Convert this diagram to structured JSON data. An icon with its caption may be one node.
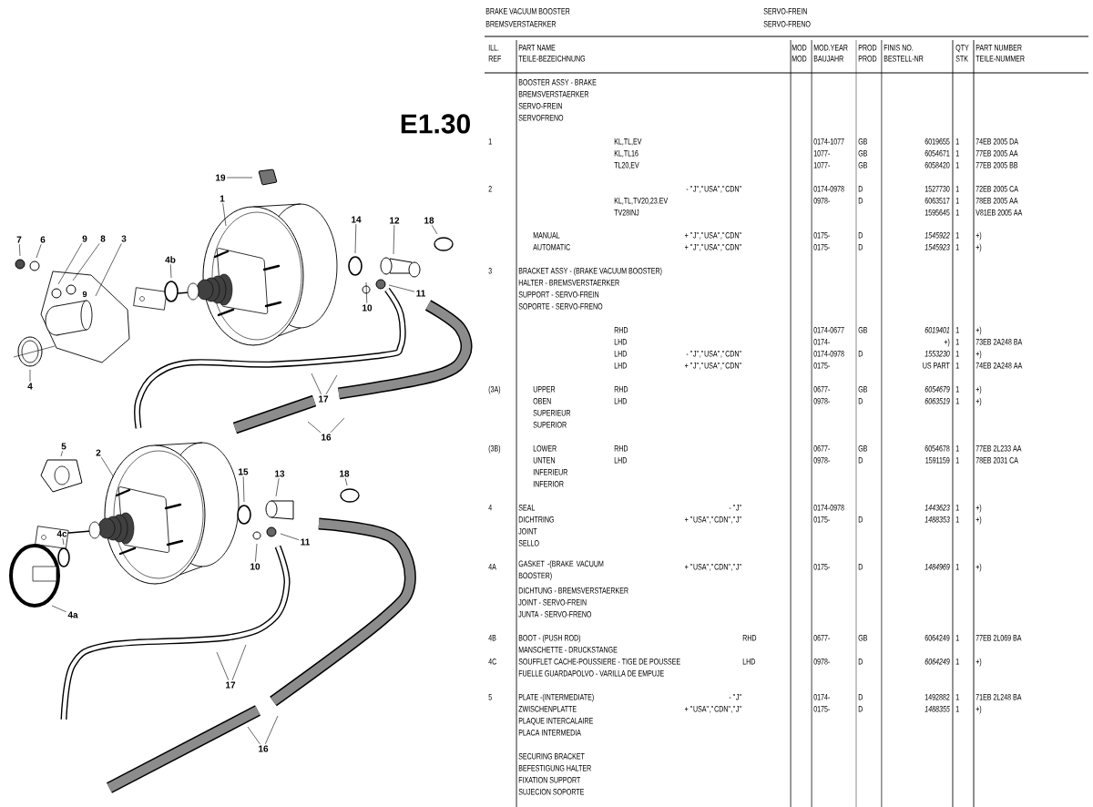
{
  "diagram": {
    "nodes": [
      {
        "text": [
          "19"
        ]
      },
      {
        "text": [
          "1"
        ]
      },
      {
        "text": [
          "7"
        ]
      },
      {
        "text": [
          "6"
        ]
      },
      {
        "text": [
          "9"
        ]
      },
      {
        "text": [
          "8"
        ]
      },
      {
        "text": [
          "3"
        ]
      },
      {
        "text": [
          "4b"
        ]
      },
      {
        "text": [
          "14"
        ]
      },
      {
        "text": [
          "12"
        ]
      },
      {
        "text": [
          "18"
        ]
      },
      {
        "text": [
          "10"
        ]
      },
      {
        "text": [
          "11"
        ]
      },
      {
        "text": [
          "4"
        ]
      },
      {
        "text": [
          "17"
        ]
      },
      {
        "text": [
          "16"
        ]
      },
      {
        "text": [
          "5"
        ]
      },
      {
        "text": [
          "2"
        ]
      },
      {
        "text": [
          "15"
        ]
      },
      {
        "text": [
          "13"
        ]
      },
      {
        "text": [
          "18"
        ]
      },
      {
        "text": [
          "4c"
        ]
      },
      {
        "text": [
          "4a"
        ]
      },
      {
        "text": [
          "10"
        ]
      },
      {
        "text": [
          "11"
        ]
      },
      {
        "text": [
          "17"
        ]
      },
      {
        "text": [
          "16"
        ]
      }
    ],
    "edges": [
      {
        "from": 0,
        "to": null,
        "arrow": "none"
      },
      {
        "from": 1,
        "to": null,
        "arrow": "none"
      },
      {
        "from": 2,
        "to": null,
        "arrow": "none"
      },
      {
        "from": 3,
        "to": null,
        "arrow": "none"
      },
      {
        "from": 4,
        "to": null,
        "arrow": "none"
      },
      {
        "from": 5,
        "to": null,
        "arrow": "none"
      },
      {
        "from": 6,
        "to": null,
        "arrow": "none"
      },
      {
        "from": 7,
        "to": null,
        "arrow": "none"
      },
      {
        "from": 8,
        "to": null,
        "arrow": "none"
      },
      {
        "from": 9,
        "to": null,
        "arrow": "none"
      },
      {
        "from": 10,
        "to": null,
        "arrow": "none"
      },
      {
        "from": 11,
        "to": null,
        "arrow": "none"
      },
      {
        "from": 12,
        "to": null,
        "arrow": "none"
      },
      {
        "from": 13,
        "to": null,
        "arrow": "none"
      },
      {
        "from": 14,
        "to": null,
        "arrow": "none"
      },
      {
        "from": 15,
        "to": null,
        "arrow": "none"
      },
      {
        "from": 16,
        "to": null,
        "arrow": "none"
      },
      {
        "from": 17,
        "to": null,
        "arrow": "none"
      },
      {
        "from": 18,
        "to": null,
        "arrow": "none"
      },
      {
        "from": 19,
        "to": null,
        "arrow": "none"
      },
      {
        "from": 20,
        "to": null,
        "arrow": "none"
      },
      {
        "from": 21,
        "to": null,
        "arrow": "none"
      },
      {
        "from": 22,
        "to": null,
        "arrow": "none"
      },
      {
        "from": 23,
        "to": null,
        "arrow": "none"
      },
      {
        "from": 24,
        "to": null,
        "arrow": "none"
      },
      {
        "from": 25,
        "to": null,
        "arrow": "none"
      },
      {
        "from": 26,
        "to": null,
        "arrow": "none"
      }
    ],
    "labels": [
      "BRAKE VACUUM BOOSTER",
      "SERVO-FREIN",
      "BREMSVERSTAERKER",
      "SERVO-FRENO",
      "ILL.",
      "PART NAME",
      "MOD",
      "MOD.YEAR",
      "PROD",
      "FINIS NO.",
      "QTY",
      "PART NUMBER",
      "REF",
      "TEILE-BEZEICHNUNG",
      "MOD",
      "BAUJAHR",
      "PROD",
      "BESTELL-NR",
      "STK",
      "TEILE-NUMMER",
      "BOOSTER ASSY - BRAKE",
      "BREMSVERSTAERKER",
      "SERVO-FREIN",
      "SERVOFRENO",
      "1",
      "KL,TL,EV",
      "0174-1077",
      "GB",
      "6019655",
      "1",
      "74EB 2005 DA",
      "KL,TL16",
      "1077-",
      "GB",
      "6054671",
      "1",
      "77EB 2005 AA",
      "TL20,EV",
      "1077-",
      "GB",
      "6058420",
      "1",
      "77EB 2005 BB",
      "2",
      "- \"J\",\"USA\",\"CDN\"",
      "0174-0978",
      "D",
      "1527730",
      "1",
      "72EB 2005 CA",
      "KL,TL,TV20,23.EV",
      "0978-",
      "D",
      "6063517",
      "1",
      "78EB 2005 AA",
      "TV28INJ",
      "1595645",
      "1",
      "V81EB 2005 AA",
      "MANUAL",
      "+ \"J\",\"USA\",\"CDN\"",
      "0175-",
      "D",
      "1545922",
      "1",
      "+)",
      "AUTOMATIC",
      "+ \"J\",\"USA\",\"CDN\"",
      "0175-",
      "D",
      "1545923",
      "1",
      "+)",
      "3",
      "BRACKET ASSY - (BRAKE VACUUM BOOSTER)",
      "HALTER - BREMSVERSTAERKER",
      "SUPPORT - SERVO-FREIN",
      "SOPORTE - SERVO-FRENO",
      "RHD",
      "0174-0677",
      "GB",
      "6019401",
      "1",
      "+)",
      "LHD",
      "0174-",
      "+)",
      "1",
      "73EB 2A248 BA",
      "LHD",
      "- \"J\",\"USA\",\"CDN\"",
      "0174-0978",
      "D",
      "1553230",
      "1",
      "+)",
      "LHD",
      "+ \"J\",\"USA\",\"CDN\"",
      "0175-",
      "US PART",
      "1",
      "74EB 2A248 AA",
      "(3A)",
      "UPPER",
      "RHD",
      "0677-",
      "GB",
      "6054679",
      "1",
      "+)",
      "OBEN",
      "LHD",
      "0978-",
      "D",
      "6063519",
      "1",
      "+)",
      "SUPERIEUR",
      "SUPERIOR",
      "(3B)",
      "LOWER",
      "RHD",
      "0677-",
      "GB",
      "6054678",
      "1",
      "77EB 2L233 AA",
      "UNTEN",
      "LHD",
      "0978-",
      "D",
      "1591159",
      "1",
      "78EB 2031 CA",
      "INFERIEUR",
      "INFERIOR",
      "4",
      "SEAL",
      "- \"J\"",
      "0174-0978",
      "1443623",
      "1",
      "+)",
      "DICHTRING",
      "+ \"USA\",\"CDN\",\"J\"",
      "0175-",
      "D",
      "1488353",
      "1",
      "+)",
      "JOINT",
      "SELLO",
      "4A",
      "GASKET -(BRAKE VACUUM BOOSTER)",
      "+ \"USA\",\"CDN\",\"J\"",
      "0175-",
      "D",
      "1484969",
      "1",
      "+)",
      "DICHTUNG - BREMSVERSTAERKER",
      "JOINT - SERVO-FREIN",
      "JUNTA - SERVO-FRENO",
      "4B",
      "BOOT - (PUSH ROD)",
      "RHD",
      "0677-",
      "GB",
      "6064249",
      "1",
      "77EB 2L069 BA",
      "MANSCHETTE - DRUCKSTANGE",
      "4C",
      "SOUFFLET CACHE-POUSSIERE - TIGE DE POUSSEE",
      "LHD",
      "0978-",
      "D",
      "6064249",
      "1",
      "+)",
      "FUELLE GUARDAPOLVO - VARILLA DE EMPUJE",
      "5",
      "PLATE -(INTERMEDIATE)",
      "- \"J\"",
      "0174-",
      "D",
      "1492882",
      "1",
      "71EB 2L248 BA",
      "ZWISCHENPLATTE",
      "+ \"USA\",\"CDN\",\"J\"",
      "0175-",
      "D",
      "1488355",
      "1",
      "+)",
      "PLAQUE INTERCALAIRE",
      "PLACA INTERMEDIA",
      "SECURING BRACKET",
      "BEFESTIGUNG HALTER",
      "FIXATION SUPPORT",
      "SUJECION SOPORTE",
      "E1.30",
      "9"
    ]
  }
}
